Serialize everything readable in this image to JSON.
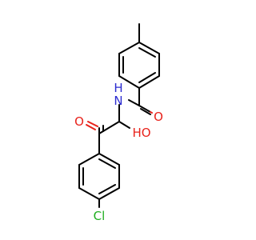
{
  "colors": {
    "carbon_bond": "#000000",
    "oxygen": "#e8221b",
    "nitrogen": "#2c2cd0",
    "chlorine": "#1fae1f",
    "background": "#ffffff"
  },
  "atoms": {
    "amide_nitrogen": "N",
    "amide_hydrogen": "H",
    "amide_oxygen": "O",
    "ketone_oxygen": "O",
    "hydroxyl": "HO",
    "chlorine": "Cl"
  }
}
